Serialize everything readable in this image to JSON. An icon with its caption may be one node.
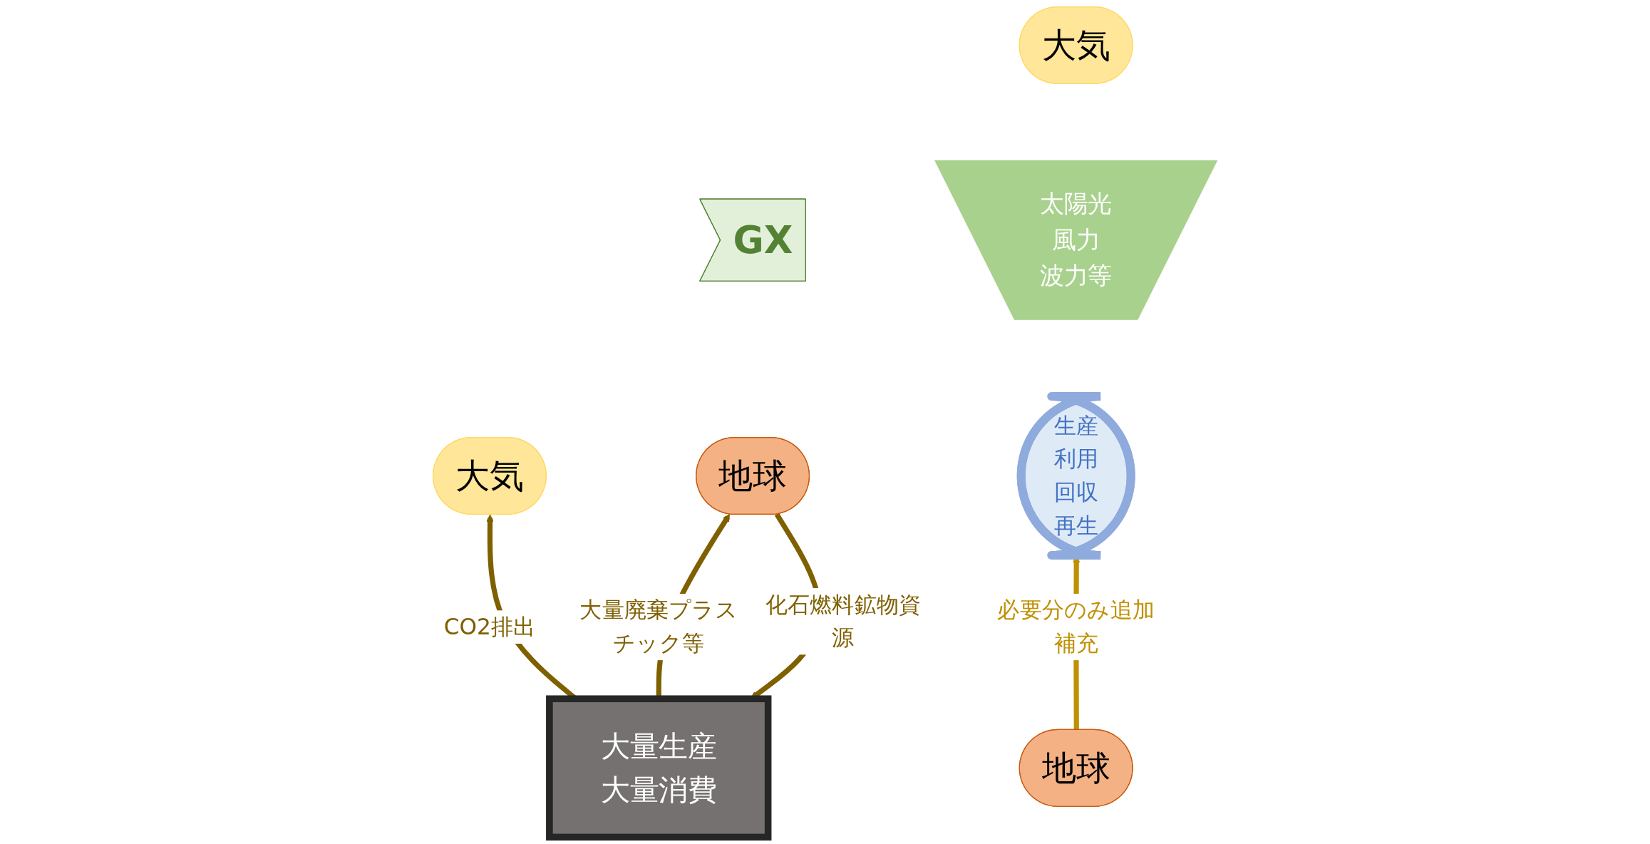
{
  "diagram": {
    "nodes": [
      {
        "text": [
          "大気"
        ]
      },
      {
        "text": [
          "大量生産",
          "大量消費"
        ]
      },
      {
        "text": [
          "地球"
        ]
      },
      {
        "text": [
          "GX"
        ]
      },
      {
        "text": [
          "大気"
        ]
      },
      {
        "text": [
          "太陽光",
          "風力",
          "波力等"
        ]
      },
      {
        "text": [
          "生産",
          "利用",
          "回収",
          "再生"
        ]
      },
      {
        "text": [
          "地球"
        ]
      }
    ],
    "edges": [
      {
        "from": 2,
        "to": 1,
        "arrow": "to",
        "label": "化石燃料鉱物資源"
      },
      {
        "from": 1,
        "to": 0,
        "arrow": "to",
        "label": "CO2排出"
      },
      {
        "from": 1,
        "to": 2,
        "arrow": "to",
        "label": "大量廃棄プラスチック等"
      },
      {
        "from": 7,
        "to": 6,
        "arrow": "to",
        "label": "必要分のみ追加補充",
        "color": "#bf9000"
      }
    ]
  }
}
